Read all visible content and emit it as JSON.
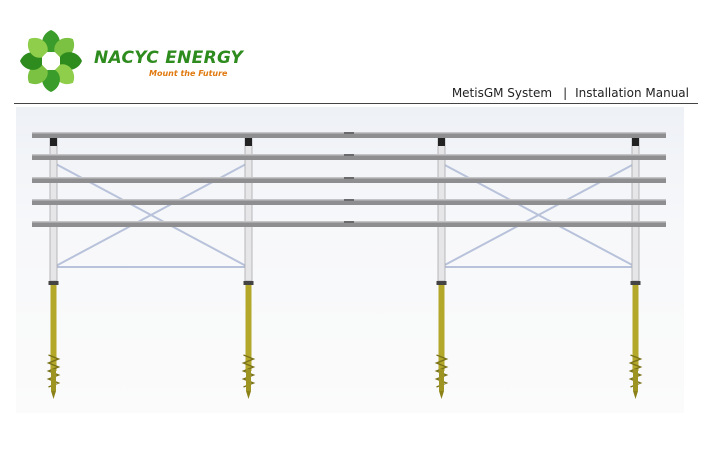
{
  "brand": {
    "name": "NACYC ENERGY",
    "tagline": "Mount the Future",
    "colors": {
      "primary_green": "#2e8b1e",
      "light_green": "#7cc242",
      "accent_orange": "#e07a10"
    }
  },
  "header": {
    "system": "MetisGM System",
    "separator": "|",
    "doc_type": "Installation Manual"
  },
  "figure": {
    "subject": "ground-mount-frame-illustration",
    "rail_count": 5,
    "post_count": 4,
    "colors": {
      "rail": "#8e8e90",
      "post": "#e6e6e8",
      "brace": "#b8c2da",
      "ground_screw": "#b3a82a"
    }
  }
}
